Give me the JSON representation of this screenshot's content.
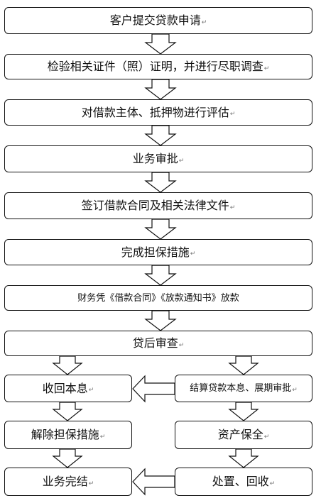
{
  "steps": {
    "s1": "客户提交贷款申请",
    "s2": "检验相关证件（照）证明，并进行尽职调查",
    "s3": "对借款主体、抵押物进行评估",
    "s4": "业务审批",
    "s5": "签订借款合同及相关法律文件",
    "s6": "完成担保措施",
    "s7": "财务凭《借款合同》《放款通知书》放款",
    "s8": "贷后审查",
    "left1": "收回本息",
    "left2": "解除担保措施",
    "left3": "业务完结",
    "right1": "结算贷款本息、展期审批",
    "right2": "资产保全",
    "right3": "处置、回收"
  },
  "paragraph_mark": "↵"
}
